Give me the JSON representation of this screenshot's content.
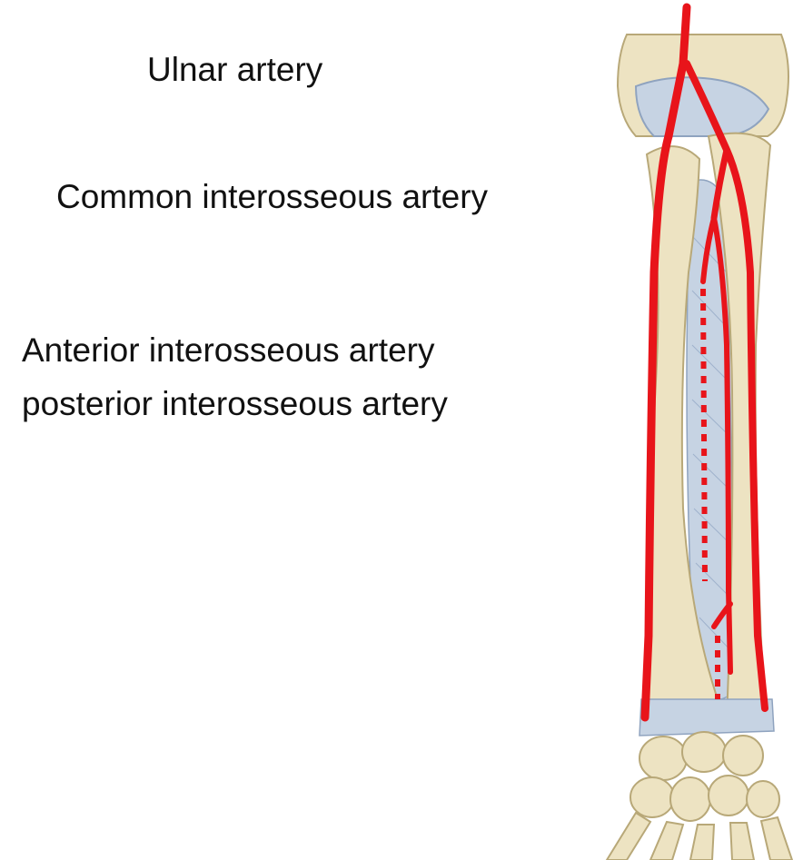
{
  "labels": {
    "ulnar": "Ulnar artery",
    "common_interosseous": "Common interosseous artery",
    "anterior_interosseous": "Anterior interosseous artery",
    "posterior_interosseous": "posterior interosseous artery"
  },
  "colors": {
    "artery": "#e8141a",
    "bone": "#ede3c2",
    "bone_edge": "#b8a878",
    "membrane": "#c6d3e3",
    "membrane_lines": "#9fb2cc",
    "text": "#111111"
  }
}
